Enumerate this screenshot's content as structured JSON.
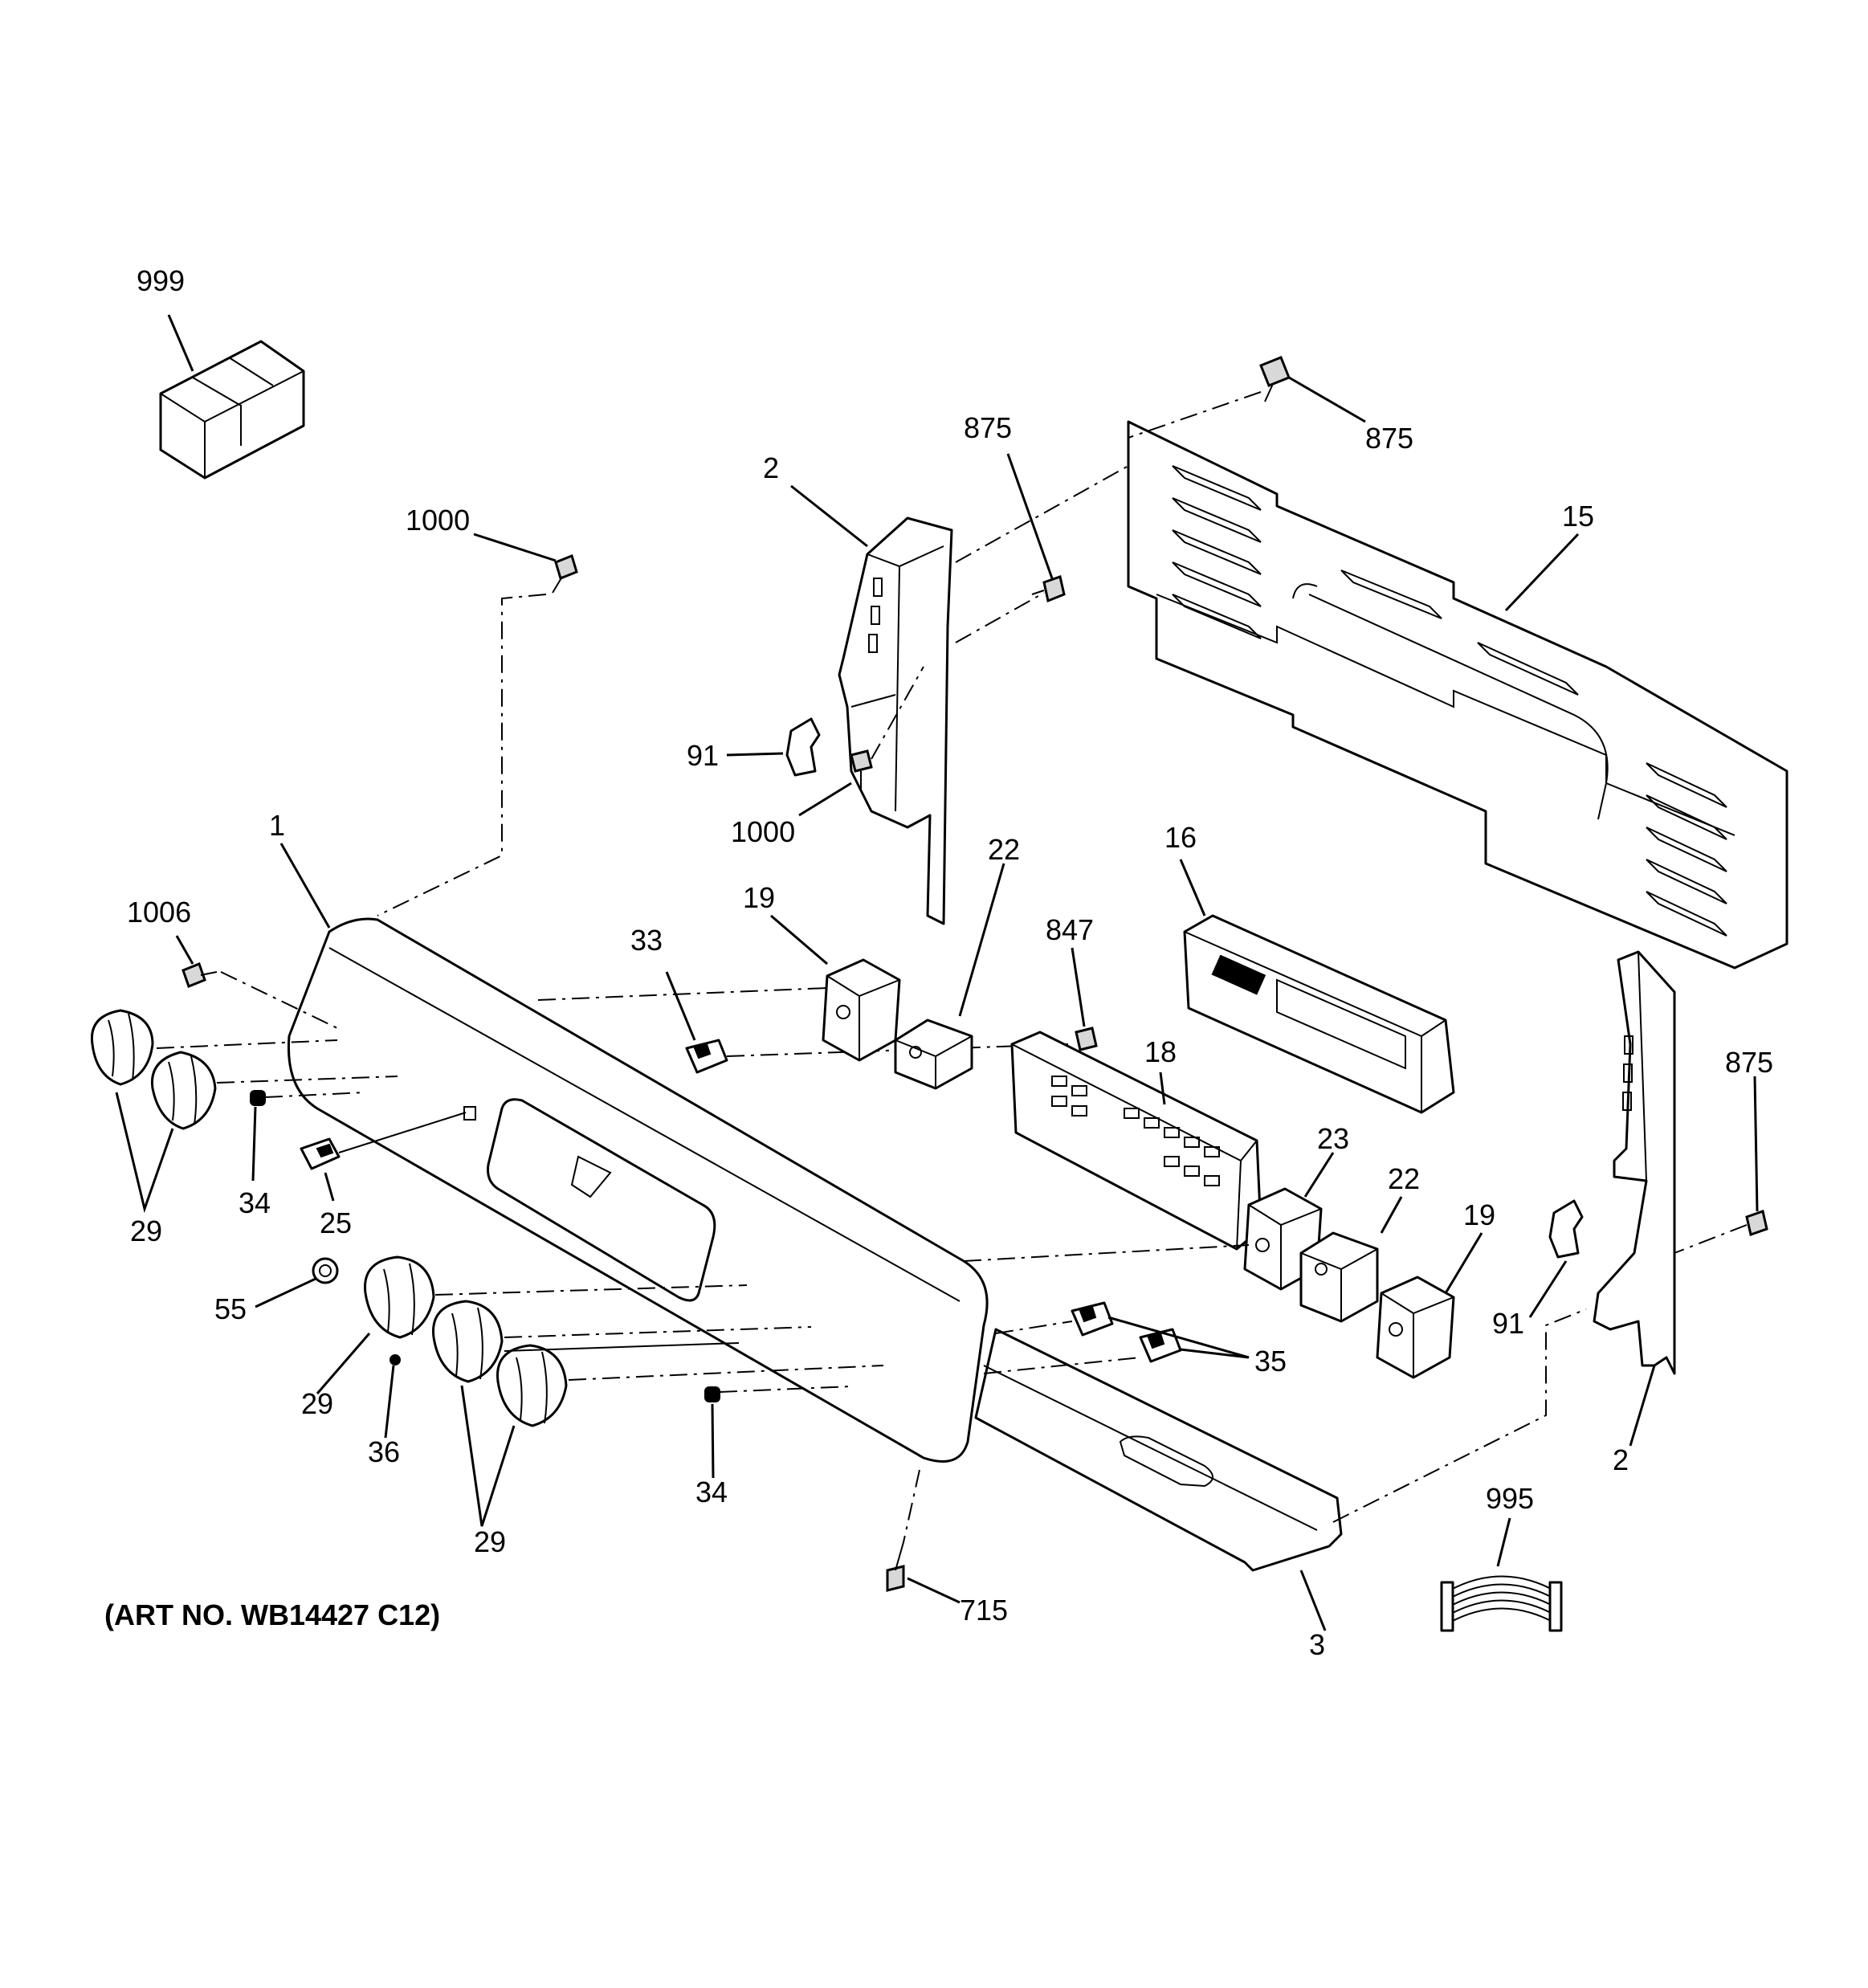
{
  "diagram": {
    "art_number": "(ART NO. WB14427 C12)",
    "callouts": {
      "c999": "999",
      "c1000a": "1000",
      "c2a": "2",
      "c875a": "875",
      "c875b": "875",
      "c15": "15",
      "c91a": "91",
      "c1000b": "1000",
      "c1": "1",
      "c1006": "1006",
      "c19a": "19",
      "c22a": "22",
      "c33": "33",
      "c847": "847",
      "c16": "16",
      "c18": "18",
      "c875c": "875",
      "c29a": "29",
      "c34a": "34",
      "c25": "25",
      "c23": "23",
      "c22b": "22",
      "c19b": "19",
      "c55": "55",
      "c29b": "29",
      "c36": "36",
      "c35": "35",
      "c91b": "91",
      "c34b": "34",
      "c29c": "29",
      "c2b": "2",
      "c995": "995",
      "c715": "715",
      "c3": "3"
    }
  }
}
